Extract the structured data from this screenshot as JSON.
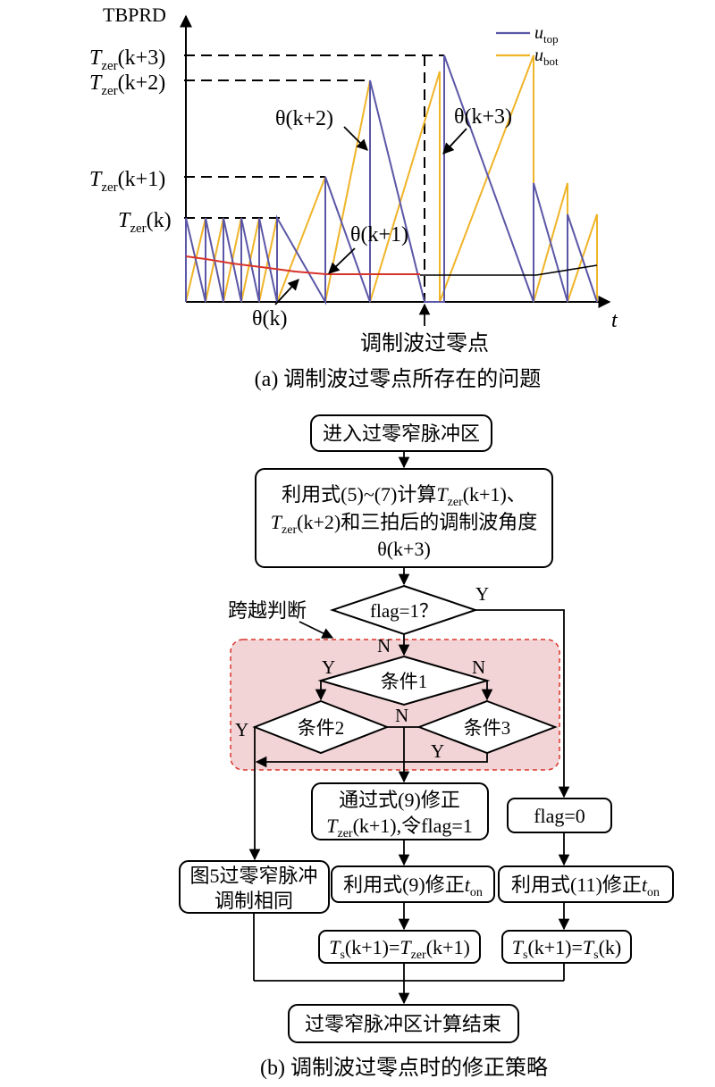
{
  "chart": {
    "y_axis_label": "TBPRD",
    "x_axis_label": "t",
    "legend": [
      {
        "id": "utop",
        "base": "u",
        "sub": "top",
        "color": "#5b57a6"
      },
      {
        "id": "ubot",
        "base": "u",
        "sub": "bot",
        "color": "#f0b429"
      }
    ],
    "levels": [
      {
        "base": "T",
        "sub": "zer",
        "arg": "(k+3)"
      },
      {
        "base": "T",
        "sub": "zer",
        "arg": "(k+2)"
      },
      {
        "base": "T",
        "sub": "zer",
        "arg": "(k+1)"
      },
      {
        "base": "T",
        "sub": "zer",
        "arg": "(k)"
      }
    ],
    "angle_labels": {
      "k": "θ(k)",
      "k1": "θ(k+1)",
      "k2": "θ(k+2)",
      "k3": "θ(k+3)"
    },
    "zero_cross_label": "调制波过零点",
    "caption": "(a) 调制波过零点所存在的问题",
    "colors": {
      "modulation_wave": "#d9342b",
      "utop": "#5b57a6",
      "ubot": "#f0b429"
    }
  },
  "flow": {
    "start": "进入过零窄脉冲区",
    "calc": {
      "line1_pre": "利用式(5)~(7)计算",
      "line1_post": "、",
      "line2_post": "和三拍后的调制波角度",
      "line3": "θ(k+3)"
    },
    "cross_label": "跨越判断",
    "flag_decision": "flag=1？",
    "cond1": "条件1",
    "cond2": "条件2",
    "cond3": "条件3",
    "yes": "Y",
    "no": "N",
    "correct9": {
      "line1": "通过式(9)修正",
      "line2_post": ",令flag=1"
    },
    "flag0": "flag=0",
    "same": {
      "line1": "图5过零窄脉冲",
      "line2": "调制相同"
    },
    "ton9_pre": "利用式(9)修正",
    "ton11_pre": "利用式(11)修正",
    "ton_sub": "on",
    "ts_eq_tzer": {
      "lhs": "(k+1)=",
      "rhs": "(k+1)"
    },
    "ts_eq_ts": {
      "lhs": "(k+1)=",
      "rhs": "(k)"
    },
    "end": "过零窄脉冲区计算结束",
    "caption": "(b) 调制波过零点时的修正策略",
    "highlight_color": "#f2d4d6",
    "highlight_border": "#d9342b"
  }
}
